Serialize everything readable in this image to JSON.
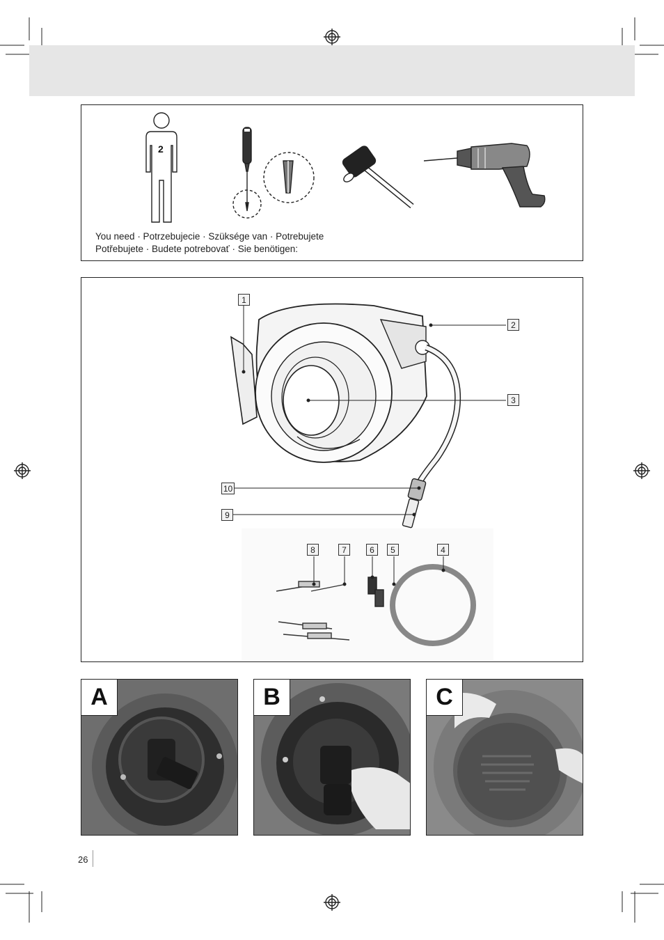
{
  "tools": {
    "person_count": "2",
    "you_need_line1": "You need · Potrzebujecie · Szüksége van · Potrebujete",
    "you_need_line2": "Potřebujete · Budete potrebovať · Sie benötigen:"
  },
  "callouts": {
    "c1": "1",
    "c2": "2",
    "c3": "3",
    "c4": "4",
    "c5": "5",
    "c6": "6",
    "c7": "7",
    "c8": "8",
    "c9": "9",
    "c10": "10"
  },
  "photos": {
    "a_label": "A",
    "b_label": "B",
    "c_label": "C"
  },
  "footer": {
    "page_number": "26"
  }
}
